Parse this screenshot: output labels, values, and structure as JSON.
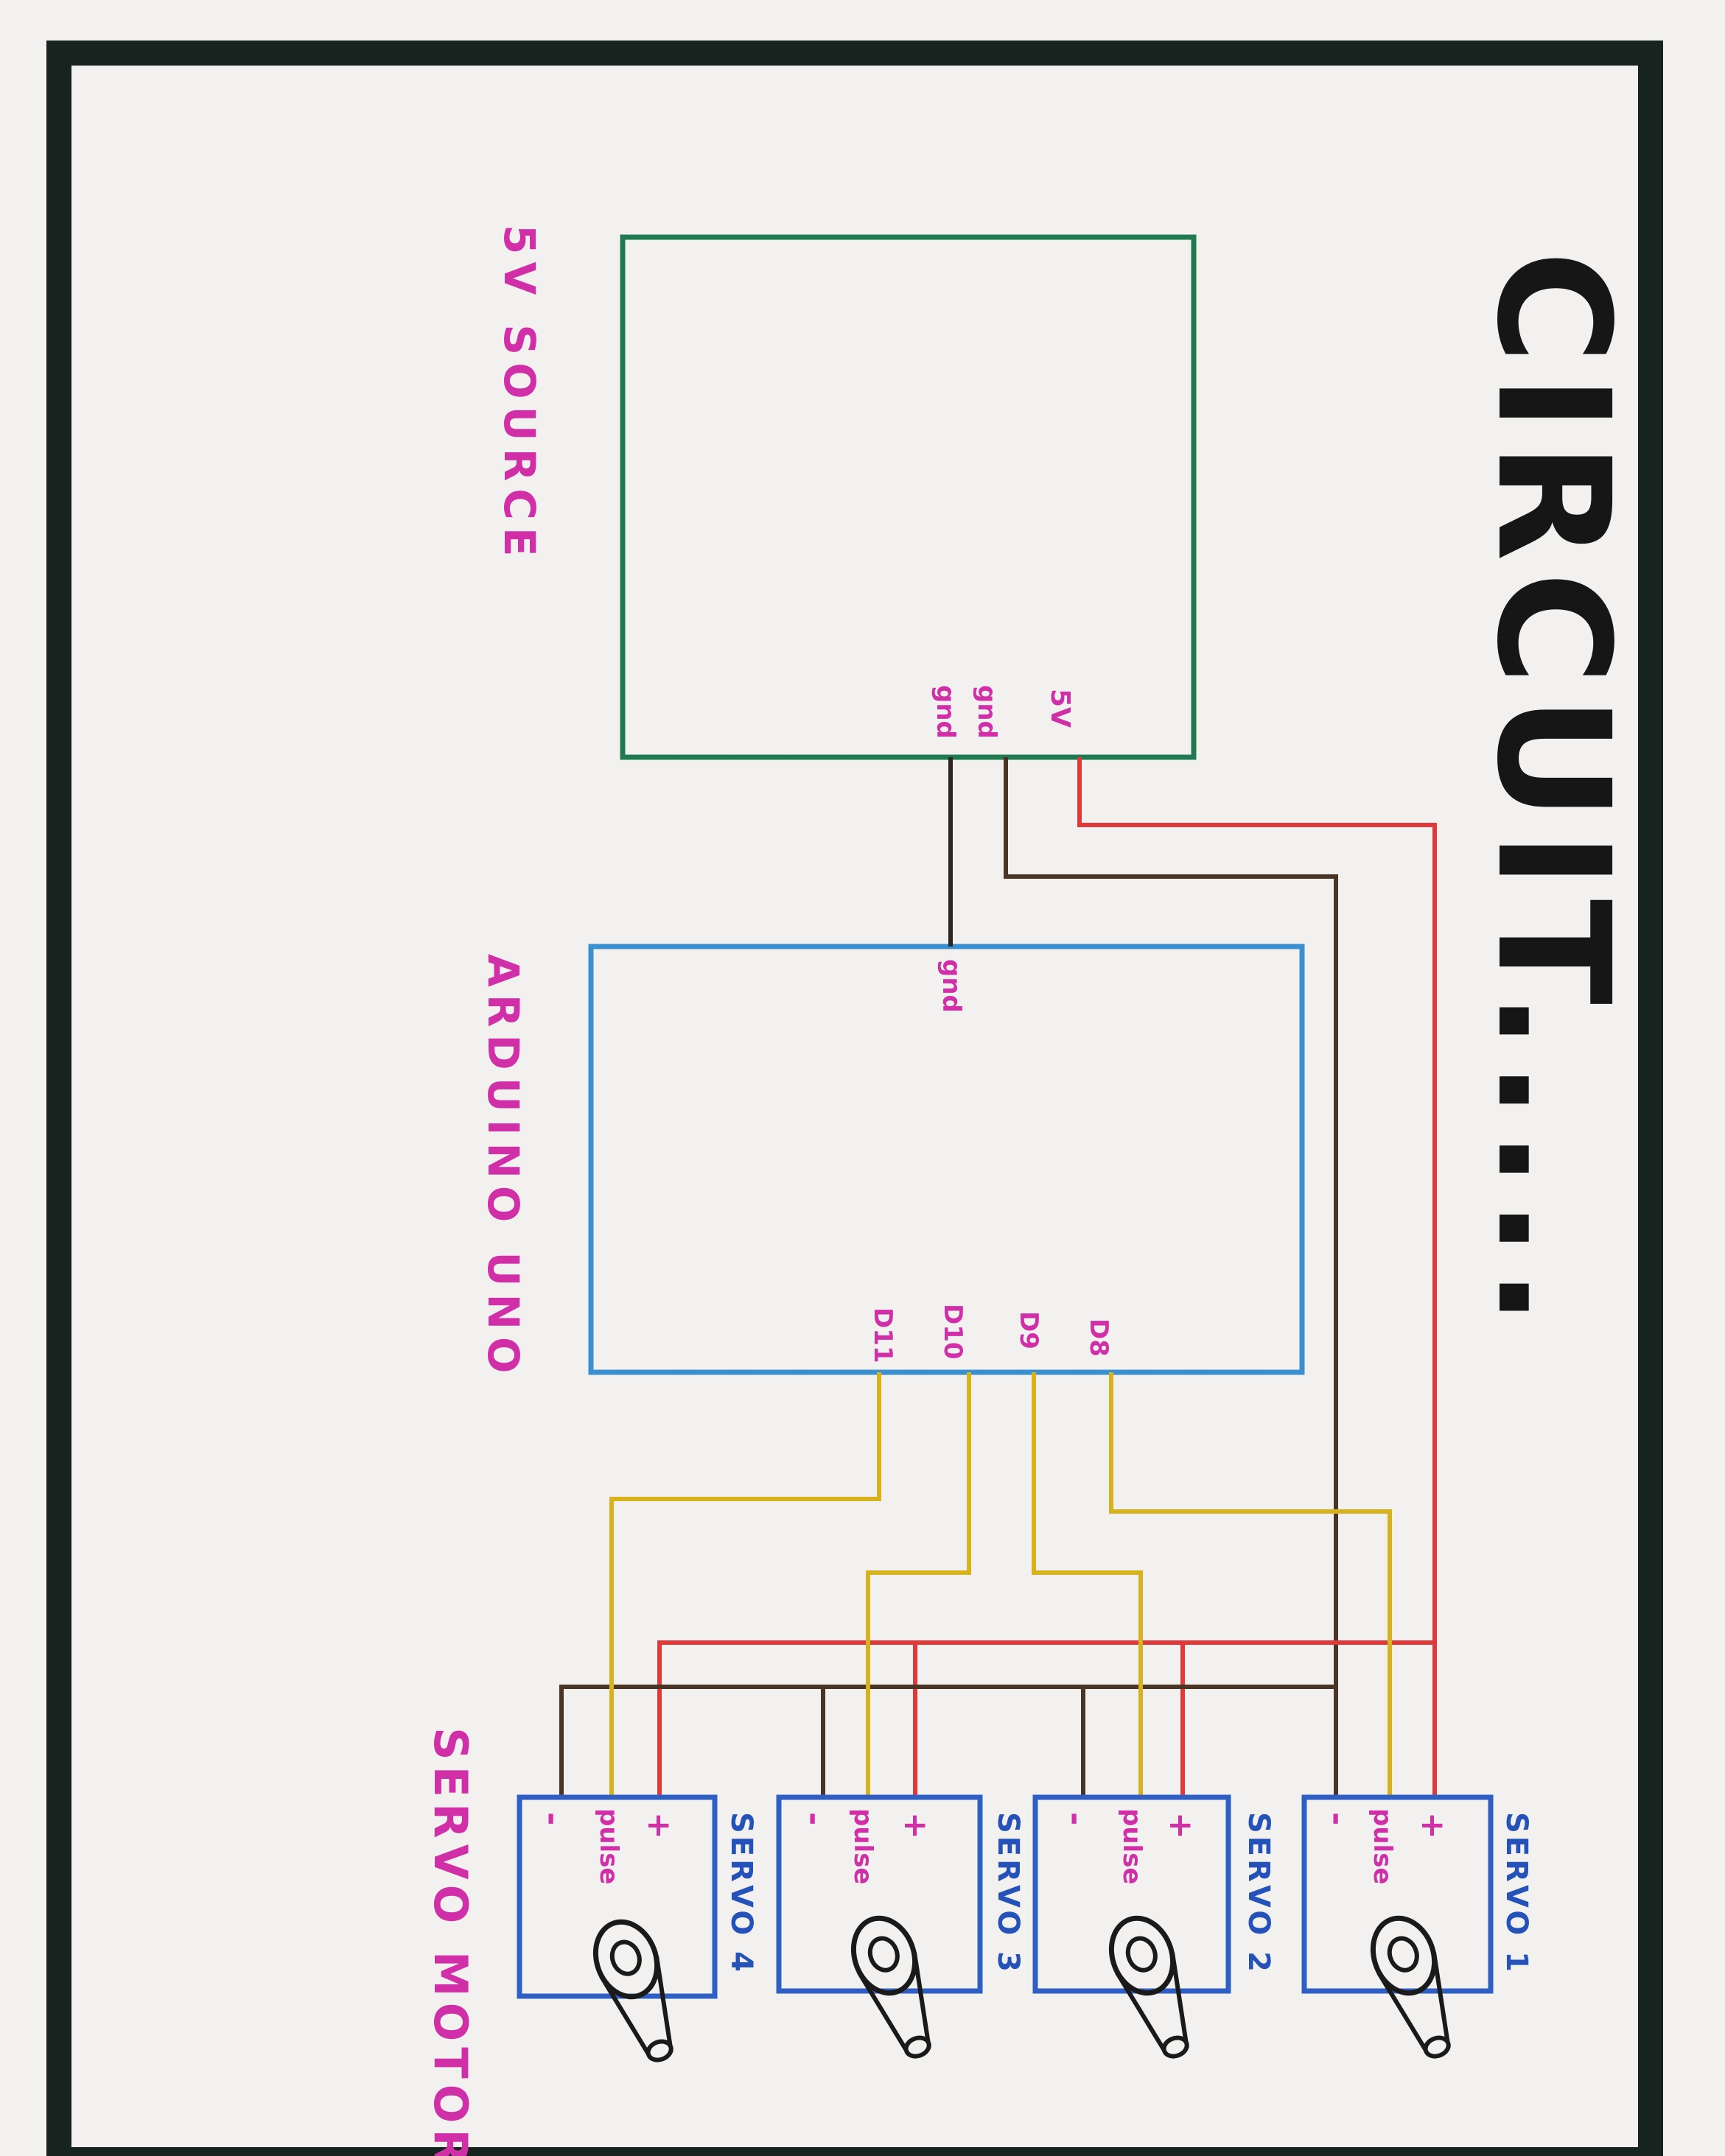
{
  "title": "CIRCUIT.....",
  "components": {
    "power": {
      "label": "5V SOURCE",
      "pins": {
        "v5": "5V",
        "gnd1": "gnd",
        "gnd2": "gnd"
      }
    },
    "arduino": {
      "label": "ARDUINO UNO",
      "pins": {
        "gnd": "gnd",
        "d11": "D11",
        "d10": "D10",
        "d9": "D9",
        "d8": "D8"
      }
    },
    "servos_label": "SERVO MOTORS.",
    "servos": [
      {
        "name": "SERVO 1",
        "plus": "+",
        "pulse": "pulse",
        "minus": "-"
      },
      {
        "name": "SERVO 2",
        "plus": "+",
        "pulse": "pulse",
        "minus": "-"
      },
      {
        "name": "SERVO 3",
        "plus": "+",
        "pulse": "pulse",
        "minus": "-"
      },
      {
        "name": "SERVO 4",
        "plus": "+",
        "pulse": "pulse",
        "minus": "-"
      }
    ]
  },
  "colors": {
    "frame": "#17231f",
    "power_box": "#1f7a4f",
    "arduino_box": "#3a8fd0",
    "servo_box": "#2f5fc4",
    "label": "#d12fa8",
    "servo_label": "#2452b8",
    "wire_5v": "#e0393a",
    "wire_gnd": "#4a3426",
    "wire_signal": "#d8b21c"
  }
}
